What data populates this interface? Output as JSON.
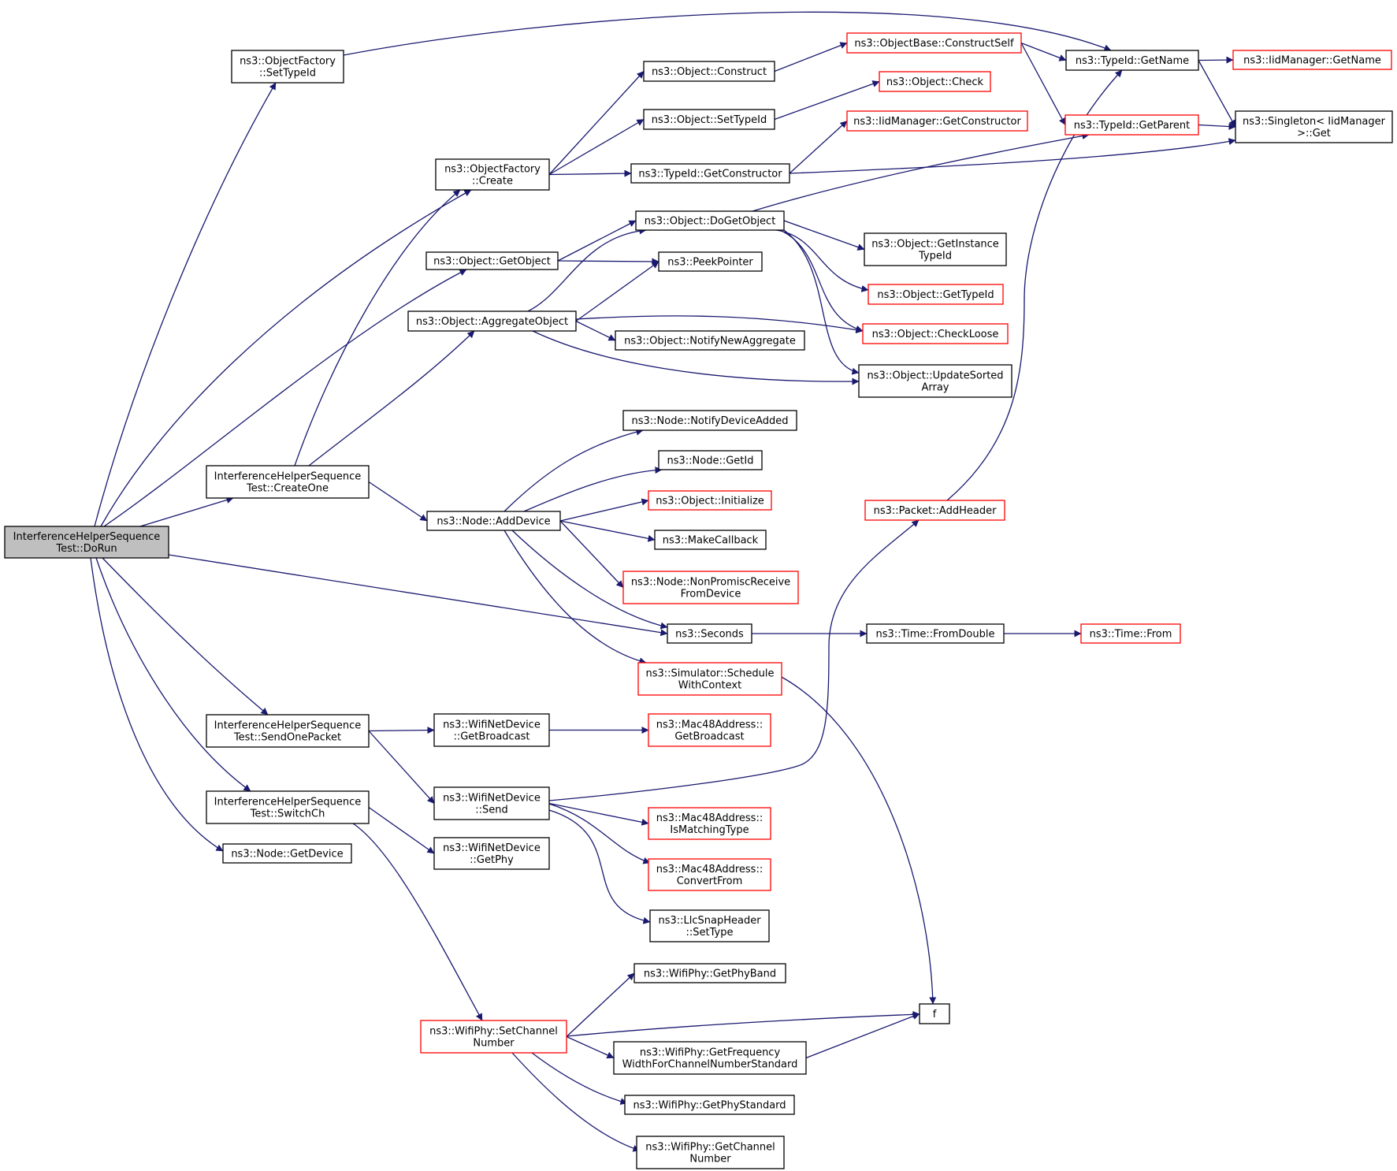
{
  "colors": {
    "edge": "#191970",
    "node_border": "#000000",
    "node_border_truncated": "#ff0000",
    "root_fill": "#bfbfbf",
    "node_fill": "#ffffff"
  },
  "nodes": [
    {
      "id": "root",
      "lines": [
        "InterferenceHelperSequence",
        "Test::DoRun"
      ],
      "style": "root"
    },
    {
      "id": "of_settypeid",
      "lines": [
        "ns3::ObjectFactory",
        "::SetTypeId"
      ],
      "style": "normal"
    },
    {
      "id": "of_create",
      "lines": [
        "ns3::ObjectFactory",
        "::Create"
      ],
      "style": "normal"
    },
    {
      "id": "obj_getobject",
      "lines": [
        "ns3::Object::GetObject"
      ],
      "style": "normal"
    },
    {
      "id": "obj_aggregate",
      "lines": [
        "ns3::Object::AggregateObject"
      ],
      "style": "normal"
    },
    {
      "id": "createone",
      "lines": [
        "InterferenceHelperSequence",
        "Test::CreateOne"
      ],
      "style": "normal"
    },
    {
      "id": "sendonepacket",
      "lines": [
        "InterferenceHelperSequence",
        "Test::SendOnePacket"
      ],
      "style": "normal"
    },
    {
      "id": "switchch",
      "lines": [
        "InterferenceHelperSequence",
        "Test::SwitchCh"
      ],
      "style": "normal"
    },
    {
      "id": "node_getdevice",
      "lines": [
        "ns3::Node::GetDevice"
      ],
      "style": "normal"
    },
    {
      "id": "obj_construct",
      "lines": [
        "ns3::Object::Construct"
      ],
      "style": "normal"
    },
    {
      "id": "obj_settypeid",
      "lines": [
        "ns3::Object::SetTypeId"
      ],
      "style": "normal"
    },
    {
      "id": "typeid_getconstructor",
      "lines": [
        "ns3::TypeId::GetConstructor"
      ],
      "style": "normal"
    },
    {
      "id": "obj_dogetobject",
      "lines": [
        "ns3::Object::DoGetObject"
      ],
      "style": "normal"
    },
    {
      "id": "peekpointer",
      "lines": [
        "ns3::PeekPointer"
      ],
      "style": "normal"
    },
    {
      "id": "obj_notifynewaggregate",
      "lines": [
        "ns3::Object::NotifyNewAggregate"
      ],
      "style": "normal"
    },
    {
      "id": "node_adddevice",
      "lines": [
        "ns3::Node::AddDevice"
      ],
      "style": "normal"
    },
    {
      "id": "node_notifydeviceadded",
      "lines": [
        "ns3::Node::NotifyDeviceAdded"
      ],
      "style": "normal"
    },
    {
      "id": "node_getid",
      "lines": [
        "ns3::Node::GetId"
      ],
      "style": "normal"
    },
    {
      "id": "obj_initialize",
      "lines": [
        "ns3::Object::Initialize"
      ],
      "style": "truncated"
    },
    {
      "id": "makecallback",
      "lines": [
        "ns3::MakeCallback"
      ],
      "style": "normal"
    },
    {
      "id": "node_nonpromisc",
      "lines": [
        "ns3::Node::NonPromiscReceive",
        "FromDevice"
      ],
      "style": "truncated"
    },
    {
      "id": "seconds",
      "lines": [
        "ns3::Seconds"
      ],
      "style": "normal"
    },
    {
      "id": "sim_schedule",
      "lines": [
        "ns3::Simulator::Schedule",
        "WithContext"
      ],
      "style": "truncated"
    },
    {
      "id": "wnd_getbroadcast",
      "lines": [
        "ns3::WifiNetDevice",
        "::GetBroadcast"
      ],
      "style": "normal"
    },
    {
      "id": "wnd_send",
      "lines": [
        "ns3::WifiNetDevice",
        "::Send"
      ],
      "style": "normal"
    },
    {
      "id": "wnd_getphy",
      "lines": [
        "ns3::WifiNetDevice",
        "::GetPhy"
      ],
      "style": "normal"
    },
    {
      "id": "wp_setchannelnumber",
      "lines": [
        "ns3::WifiPhy::SetChannel",
        "Number"
      ],
      "style": "truncated"
    },
    {
      "id": "objbase_constructself",
      "lines": [
        "ns3::ObjectBase::ConstructSelf"
      ],
      "style": "truncated"
    },
    {
      "id": "obj_check",
      "lines": [
        "ns3::Object::Check"
      ],
      "style": "truncated"
    },
    {
      "id": "iid_getconstructor",
      "lines": [
        "ns3::IidManager::GetConstructor"
      ],
      "style": "truncated"
    },
    {
      "id": "obj_getinstancetypeid",
      "lines": [
        "ns3::Object::GetInstance",
        "TypeId"
      ],
      "style": "normal"
    },
    {
      "id": "obj_gettypeid",
      "lines": [
        "ns3::Object::GetTypeId"
      ],
      "style": "truncated"
    },
    {
      "id": "obj_checkloose",
      "lines": [
        "ns3::Object::CheckLoose"
      ],
      "style": "truncated"
    },
    {
      "id": "obj_updatesorted",
      "lines": [
        "ns3::Object::UpdateSorted",
        "Array"
      ],
      "style": "normal"
    },
    {
      "id": "packet_addheader",
      "lines": [
        "ns3::Packet::AddHeader"
      ],
      "style": "truncated"
    },
    {
      "id": "time_fromdouble",
      "lines": [
        "ns3::Time::FromDouble"
      ],
      "style": "normal"
    },
    {
      "id": "time_from",
      "lines": [
        "ns3::Time::From"
      ],
      "style": "truncated"
    },
    {
      "id": "mac48_getbroadcast",
      "lines": [
        "ns3::Mac48Address::",
        "GetBroadcast"
      ],
      "style": "truncated"
    },
    {
      "id": "mac48_ismatchingtype",
      "lines": [
        "ns3::Mac48Address::",
        "IsMatchingType"
      ],
      "style": "truncated"
    },
    {
      "id": "mac48_convertfrom",
      "lines": [
        "ns3::Mac48Address::",
        "ConvertFrom"
      ],
      "style": "truncated"
    },
    {
      "id": "llc_settype",
      "lines": [
        "ns3::LlcSnapHeader",
        "::SetType"
      ],
      "style": "normal"
    },
    {
      "id": "wp_getphyband",
      "lines": [
        "ns3::WifiPhy::GetPhyBand"
      ],
      "style": "normal"
    },
    {
      "id": "f",
      "lines": [
        "f"
      ],
      "style": "normal"
    },
    {
      "id": "wp_getfreqwidth",
      "lines": [
        "ns3::WifiPhy::GetFrequency",
        "WidthForChannelNumberStandard"
      ],
      "style": "normal"
    },
    {
      "id": "wp_getphystandard",
      "lines": [
        "ns3::WifiPhy::GetPhyStandard"
      ],
      "style": "normal"
    },
    {
      "id": "wp_getchannelnumber",
      "lines": [
        "ns3::WifiPhy::GetChannel",
        "Number"
      ],
      "style": "normal"
    },
    {
      "id": "typeid_getname",
      "lines": [
        "ns3::TypeId::GetName"
      ],
      "style": "normal"
    },
    {
      "id": "typeid_getparent",
      "lines": [
        "ns3::TypeId::GetParent"
      ],
      "style": "truncated"
    },
    {
      "id": "iid_getname",
      "lines": [
        "ns3::IidManager::GetName"
      ],
      "style": "truncated"
    },
    {
      "id": "singleton_get",
      "lines": [
        "ns3::Singleton< IidManager",
        ">::Get"
      ],
      "style": "normal"
    }
  ],
  "edges": [
    [
      "root",
      "of_settypeid"
    ],
    [
      "root",
      "of_create"
    ],
    [
      "root",
      "obj_getobject"
    ],
    [
      "root",
      "createone"
    ],
    [
      "root",
      "seconds"
    ],
    [
      "root",
      "sendonepacket"
    ],
    [
      "root",
      "switchch"
    ],
    [
      "root",
      "node_getdevice"
    ],
    [
      "of_settypeid",
      "typeid_getname"
    ],
    [
      "of_create",
      "obj_construct"
    ],
    [
      "of_create",
      "obj_settypeid"
    ],
    [
      "of_create",
      "typeid_getconstructor"
    ],
    [
      "obj_getobject",
      "obj_dogetobject"
    ],
    [
      "obj_getobject",
      "peekpointer"
    ],
    [
      "obj_aggregate",
      "obj_dogetobject"
    ],
    [
      "obj_aggregate",
      "peekpointer"
    ],
    [
      "obj_aggregate",
      "obj_checkloose"
    ],
    [
      "obj_aggregate",
      "obj_notifynewaggregate"
    ],
    [
      "obj_aggregate",
      "obj_updatesorted"
    ],
    [
      "createone",
      "of_create"
    ],
    [
      "createone",
      "obj_aggregate"
    ],
    [
      "createone",
      "node_adddevice"
    ],
    [
      "obj_construct",
      "objbase_constructself"
    ],
    [
      "obj_settypeid",
      "obj_check"
    ],
    [
      "typeid_getconstructor",
      "iid_getconstructor"
    ],
    [
      "typeid_getconstructor",
      "singleton_get"
    ],
    [
      "objbase_constructself",
      "typeid_getname"
    ],
    [
      "objbase_constructself",
      "typeid_getparent"
    ],
    [
      "typeid_getname",
      "iid_getname"
    ],
    [
      "typeid_getname",
      "singleton_get"
    ],
    [
      "typeid_getparent",
      "singleton_get"
    ],
    [
      "obj_dogetobject",
      "typeid_getparent"
    ],
    [
      "obj_dogetobject",
      "obj_getinstancetypeid"
    ],
    [
      "obj_dogetobject",
      "obj_gettypeid"
    ],
    [
      "obj_dogetobject",
      "obj_checkloose"
    ],
    [
      "obj_dogetobject",
      "obj_updatesorted"
    ],
    [
      "node_adddevice",
      "node_notifydeviceadded"
    ],
    [
      "node_adddevice",
      "node_getid"
    ],
    [
      "node_adddevice",
      "obj_initialize"
    ],
    [
      "node_adddevice",
      "makecallback"
    ],
    [
      "node_adddevice",
      "node_nonpromisc"
    ],
    [
      "node_adddevice",
      "seconds"
    ],
    [
      "node_adddevice",
      "sim_schedule"
    ],
    [
      "seconds",
      "time_fromdouble"
    ],
    [
      "time_fromdouble",
      "time_from"
    ],
    [
      "sim_schedule",
      "f"
    ],
    [
      "packet_addheader",
      "typeid_getname"
    ],
    [
      "sendonepacket",
      "wnd_getbroadcast"
    ],
    [
      "sendonepacket",
      "wnd_send"
    ],
    [
      "wnd_getbroadcast",
      "mac48_getbroadcast"
    ],
    [
      "wnd_send",
      "packet_addheader"
    ],
    [
      "wnd_send",
      "mac48_ismatchingtype"
    ],
    [
      "wnd_send",
      "mac48_convertfrom"
    ],
    [
      "wnd_send",
      "llc_settype"
    ],
    [
      "switchch",
      "wnd_getphy"
    ],
    [
      "switchch",
      "wp_setchannelnumber"
    ],
    [
      "wp_setchannelnumber",
      "wp_getphyband"
    ],
    [
      "wp_setchannelnumber",
      "f"
    ],
    [
      "wp_setchannelnumber",
      "wp_getfreqwidth"
    ],
    [
      "wp_setchannelnumber",
      "wp_getphystandard"
    ],
    [
      "wp_setchannelnumber",
      "wp_getchannelnumber"
    ],
    [
      "wp_getfreqwidth",
      "f"
    ]
  ]
}
